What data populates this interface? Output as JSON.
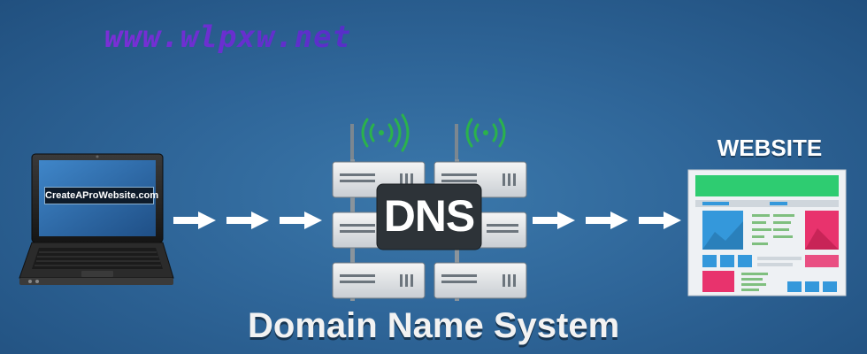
{
  "watermark": "www.wlpxw.net",
  "laptop": {
    "screen_label": "CreateAProWebsite.com",
    "icon": "laptop-icon"
  },
  "dns": {
    "label": "DNS",
    "icon": "server-rack-icon",
    "signal_icon": "wifi-signal-icon"
  },
  "website": {
    "label": "WEBSITE",
    "icon": "webpage-icon"
  },
  "caption": "Domain Name System",
  "colors": {
    "background": "#2f6699",
    "arrow": "#ffffff",
    "signal": "#2bb24c",
    "watermark": "#7b2fd6",
    "website_green": "#2ecc71",
    "website_blue": "#3498db",
    "website_pink": "#e8336d"
  }
}
